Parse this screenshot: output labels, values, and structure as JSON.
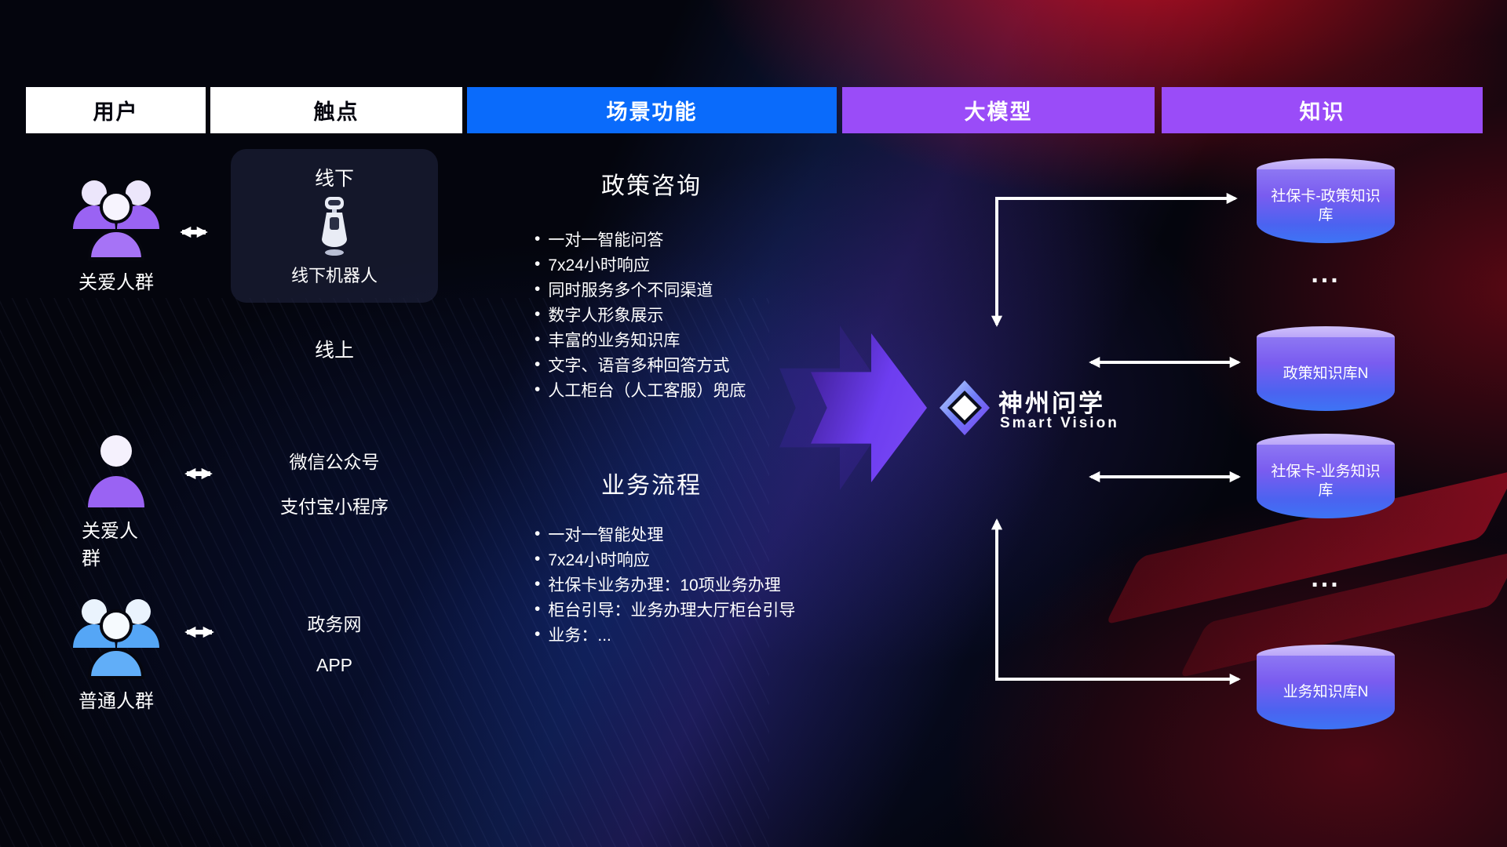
{
  "header": {
    "columns": [
      {
        "id": "users",
        "label": "用户"
      },
      {
        "id": "touchpoints",
        "label": "触点"
      },
      {
        "id": "functions",
        "label": "场景功能"
      },
      {
        "id": "model",
        "label": "大模型"
      },
      {
        "id": "knowledge",
        "label": "知识"
      }
    ]
  },
  "colors": {
    "header_users_bg": "#ffffff",
    "header_touchpoints_bg": "#ffffff",
    "header_functions_bg": "#0a6bfb",
    "header_model_bg": "#9a4cf8",
    "header_knowledge_bg": "#9a4cf8",
    "accent_purple": "#9a63f3",
    "accent_blue": "#55a6f6",
    "cylinder_top": "#c5b4fa",
    "cylinder_body_bottom": "#3d74f5",
    "big_arrow_purple": "#6d3df0",
    "arrow_white": "#ffffff"
  },
  "users": {
    "groups": [
      {
        "label": "关爱人群",
        "icon": "people-group",
        "tone": "purple"
      },
      {
        "label": "关爱人群",
        "icon": "person",
        "tone": "purple"
      },
      {
        "label": "普通人群",
        "icon": "people-group",
        "tone": "blue"
      }
    ]
  },
  "touchpoints": {
    "offline": {
      "title": "线下",
      "robot_caption": "线下机器人"
    },
    "online_title": "线上",
    "online_channels": [
      "微信公众号",
      "支付宝小程序"
    ],
    "gov_channels": [
      "政务网",
      "APP"
    ]
  },
  "functions": {
    "bullet": "•",
    "sections": [
      {
        "title": "政策咨询",
        "items": [
          "一对一智能问答",
          "7x24小时响应",
          "同时服务多个不同渠道",
          "数字人形象展示",
          "丰富的业务知识库",
          "文字、语音多种回答方式",
          "人工柜台（人工客服）兜底"
        ]
      },
      {
        "title": "业务流程",
        "items": [
          "一对一智能处理",
          "7x24小时响应",
          "社保卡业务办理：10项业务办理",
          "柜台引导：业务办理大厅柜台引导",
          "业务：..."
        ]
      }
    ]
  },
  "model": {
    "name": "神州问学",
    "subtitle": "Smart Vision"
  },
  "knowledge": {
    "ellipsis": "...",
    "databases": [
      {
        "label": "社保卡-政策知识库"
      },
      {
        "label": "政策知识库N"
      },
      {
        "label": "社保卡-业务知识库"
      },
      {
        "label": "业务知识库N"
      }
    ]
  }
}
